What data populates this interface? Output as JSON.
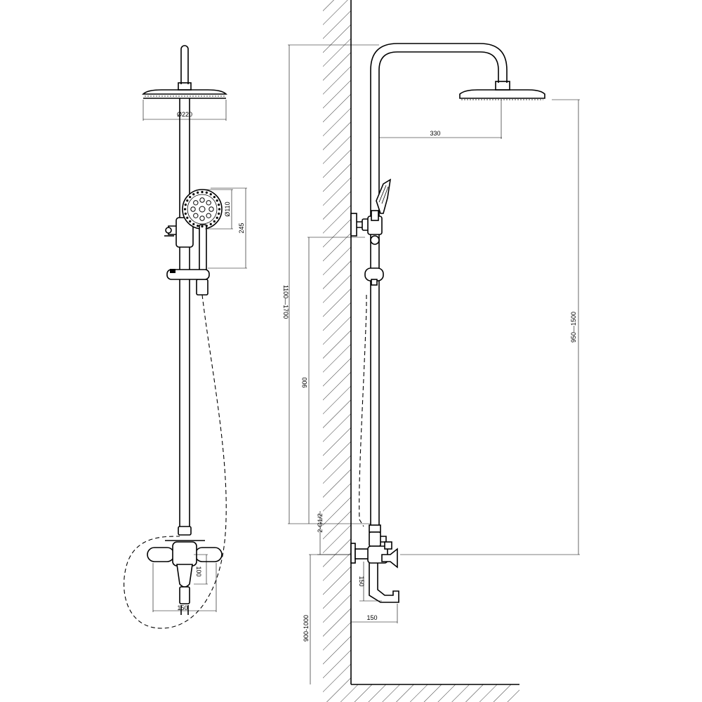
{
  "front_view": {
    "dimensions": {
      "head_diameter": "Ø220",
      "hand_shower_diameter": "Ø110",
      "hand_shower_height": "245",
      "mixer_height": "100",
      "mixer_width": "150"
    }
  },
  "side_view": {
    "dimensions": {
      "arm_reach": "330",
      "adjustable_height": "1100—1700",
      "bracket_height": "900",
      "thread": "2-G1/2",
      "total_height": "950—1500",
      "spout_drop": "150",
      "spout_reach": "150",
      "mixer_floor_height": "900-1000"
    }
  }
}
